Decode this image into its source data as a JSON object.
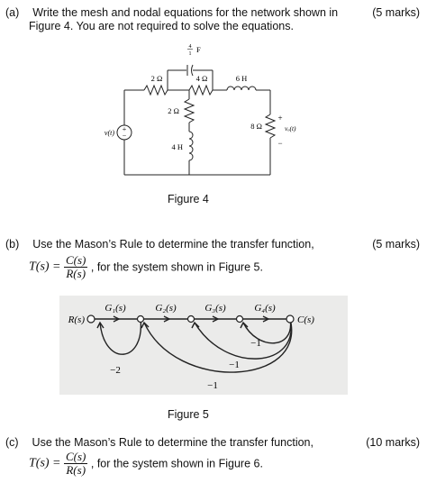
{
  "part_a": {
    "label": "(a)",
    "line1": "Write the mesh and nodal equations for the network shown in",
    "line2": "Figure 4. You are not required to solve the equations.",
    "marks": "(5 marks)",
    "figure_caption": "Figure 4",
    "circuit": {
      "capacitor_label": "F",
      "capacitor_top": "4",
      "capacitor_bottom": "1",
      "r1": "2 Ω",
      "r2": "4 Ω",
      "l1": "6 H",
      "r3": "2 Ω",
      "l2": "4 H",
      "r4": "8 Ω",
      "source": "v(t)",
      "output": "vₒ(t)",
      "plus": "+",
      "minus": "−"
    }
  },
  "part_b": {
    "label": "(b)",
    "line1": "Use the Mason’s Rule to determine the transfer function,",
    "marks": "(5 marks)",
    "tf_lhs": "T(s) =",
    "tf_num": "C(s)",
    "tf_den": "R(s)",
    "tail": ", for the system shown in Figure 5.",
    "figure_caption": "Figure 5",
    "sfg": {
      "input": "R(s)",
      "output": "C(s)",
      "g1": "G₁(s)",
      "g2": "G₂(s)",
      "g3": "G₃(s)",
      "g4": "G₄(s)",
      "fb1": "−2",
      "fb2": "−1",
      "fb3": "−1",
      "fb4": "−1"
    }
  },
  "part_c": {
    "label": "(c)",
    "line1": "Use the Mason’s Rule to determine the transfer function,",
    "marks": "(10 marks)",
    "tf_lhs": "T(s) =",
    "tf_num": "C(s)",
    "tf_den": "R(s)",
    "tail": ", for the system shown in Figure 6."
  }
}
